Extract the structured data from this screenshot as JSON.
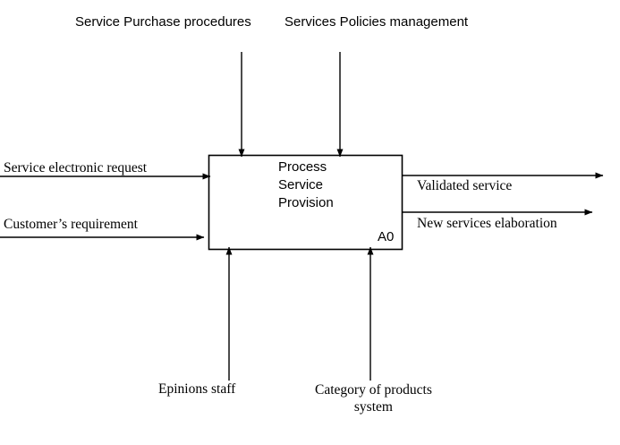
{
  "diagram": {
    "type": "IDEF0 context diagram (A-0 level)",
    "background_color": "#ffffff",
    "line_color": "#000000",
    "activity_box": {
      "name": "Process\nService\nProvision",
      "node_id": "A0",
      "fill_color": "#ffffff",
      "border_color": "#000000"
    },
    "controls": [
      {
        "label": "Service Purchase procedures"
      },
      {
        "label": "Services Policies management"
      }
    ],
    "inputs": [
      {
        "label": "Service electronic request"
      },
      {
        "label": "Customer’s requirement"
      }
    ],
    "outputs": [
      {
        "label": "Validated service"
      },
      {
        "label": "New services elaboration"
      }
    ],
    "mechanisms": [
      {
        "label": "Epinions staff"
      },
      {
        "label": "Category of products\nsystem"
      }
    ]
  }
}
